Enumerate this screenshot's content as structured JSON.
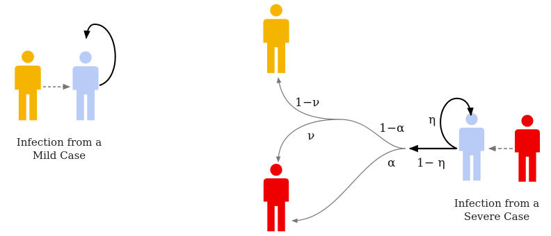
{
  "captions": {
    "mild": {
      "line1": "Infection from a",
      "line2": "Mild Case"
    },
    "severe": {
      "line1": "Infection from a",
      "line2": "Severe Case"
    }
  },
  "labels": {
    "one_minus_nu": "1−ν",
    "nu": "ν",
    "one_minus_alpha": "1−α",
    "alpha": "α",
    "eta": "η",
    "one_minus_eta": "1− η"
  },
  "colors": {
    "infector_mild": "#f5b400",
    "infected": "#b8ccf5",
    "infector_severe": "#ee0000",
    "outcome_mild": "#f5b400",
    "outcome_severe": "#ee0000",
    "arrow": "#777777",
    "arrow_strong": "#000000"
  },
  "icons": [
    "person-icon"
  ]
}
